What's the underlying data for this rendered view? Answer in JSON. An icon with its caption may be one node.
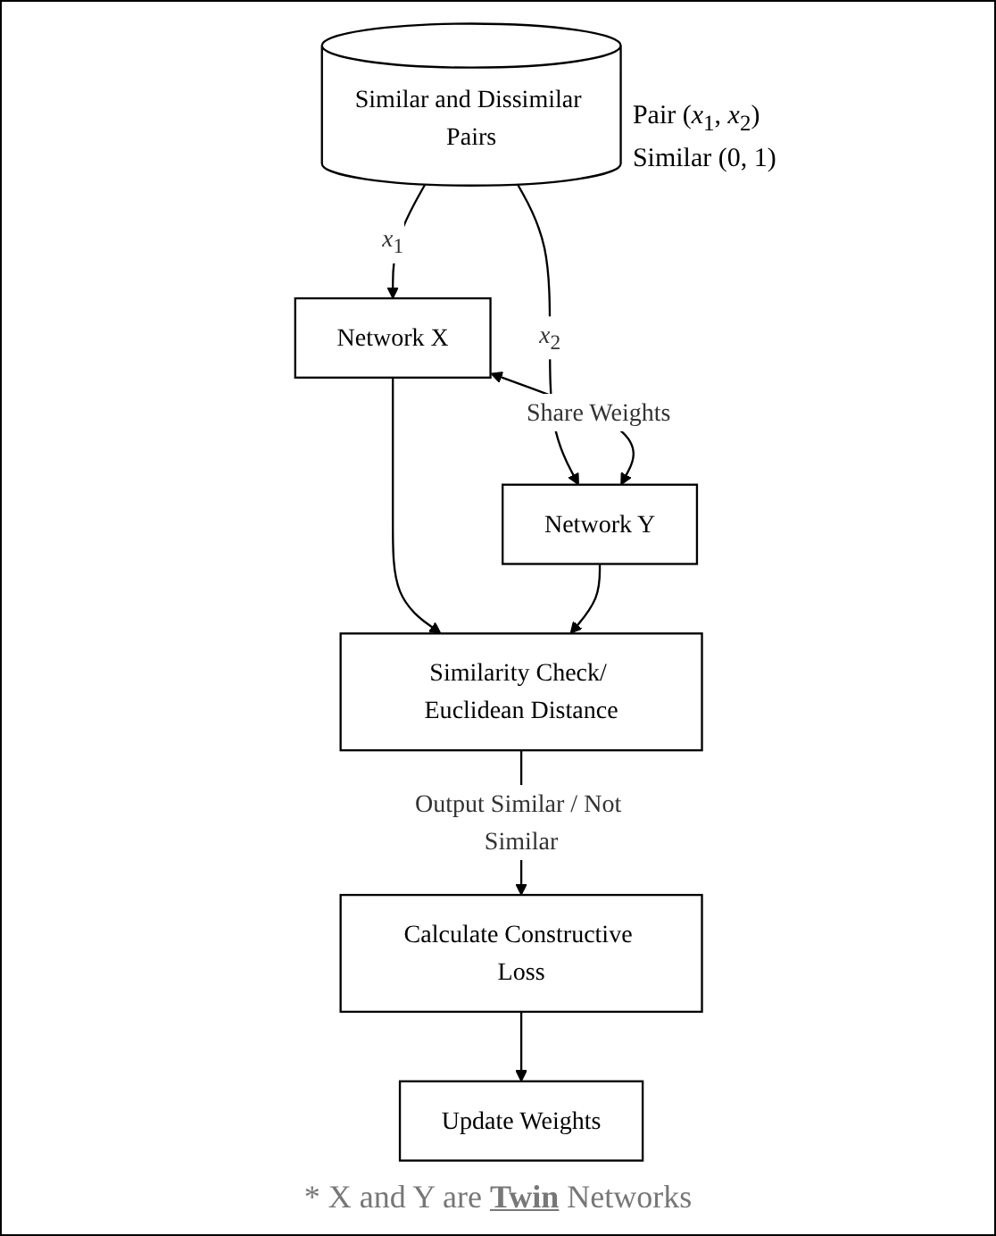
{
  "diagram": {
    "nodes": [
      {
        "text": [
          "Similar and Dissimilar Pairs"
        ],
        "beside": [
          "Pair (*x*$_{1}$, *x*$_{2}$)",
          "Similar (0, 1)"
        ]
      },
      {
        "text": [
          "Network X"
        ]
      },
      {
        "text": [
          "Network Y"
        ]
      },
      {
        "text": [
          "Similarity Check/ Euclidean Distance"
        ]
      },
      {
        "text": [
          "Calculate Constructive Loss"
        ]
      },
      {
        "text": [
          "Update Weights"
        ]
      }
    ],
    "edges": [
      {
        "from": 0,
        "to": 1,
        "arrow": "to",
        "label": "*x*$_{1}$"
      },
      {
        "from": 0,
        "to": 2,
        "arrow": "to",
        "label": "*x*$_{2}$"
      },
      {
        "from": 1,
        "to": 2,
        "arrow": "both",
        "label": "Share Weights"
      },
      {
        "from": 1,
        "to": 3,
        "arrow": "to"
      },
      {
        "from": 2,
        "to": 3,
        "arrow": "to"
      },
      {
        "from": 3,
        "to": 4,
        "arrow": "to",
        "label": "Output Similar / Not Similar"
      },
      {
        "from": 4,
        "to": 5,
        "arrow": "to"
      }
    ],
    "labels": [
      "* X and Y are **Twin** Networks"
    ]
  }
}
